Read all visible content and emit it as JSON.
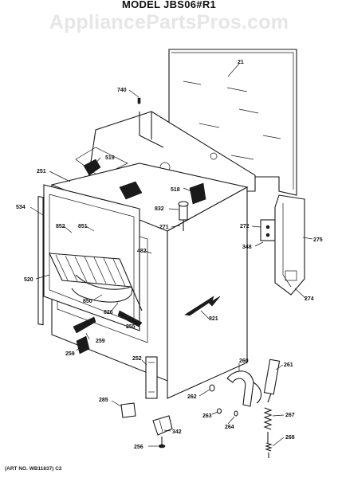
{
  "header": {
    "model_title": "MODEL JBS06#R1",
    "watermark": "AppliancePartsPros.com"
  },
  "footer": {
    "art_number": "(ART NO. WB11837) C2"
  },
  "parts": {
    "p740": "740",
    "p21": "21",
    "p519": "519",
    "p251": "251",
    "p534": "534",
    "p518": "518",
    "p832": "832",
    "p271": "271",
    "p272": "272",
    "p275": "275",
    "p348": "348",
    "p852": "852",
    "p851": "851",
    "p482": "482",
    "p520": "520",
    "p850": "850",
    "p826": "826",
    "p255": "255",
    "p821": "821",
    "p274": "274",
    "p259a": "259",
    "p259b": "259",
    "p252": "252",
    "p260": "260",
    "p261": "261",
    "p262": "262",
    "p285": "285",
    "p263": "263",
    "p264": "264",
    "p267": "267",
    "p342": "342",
    "p256": "256",
    "p268": "268"
  }
}
